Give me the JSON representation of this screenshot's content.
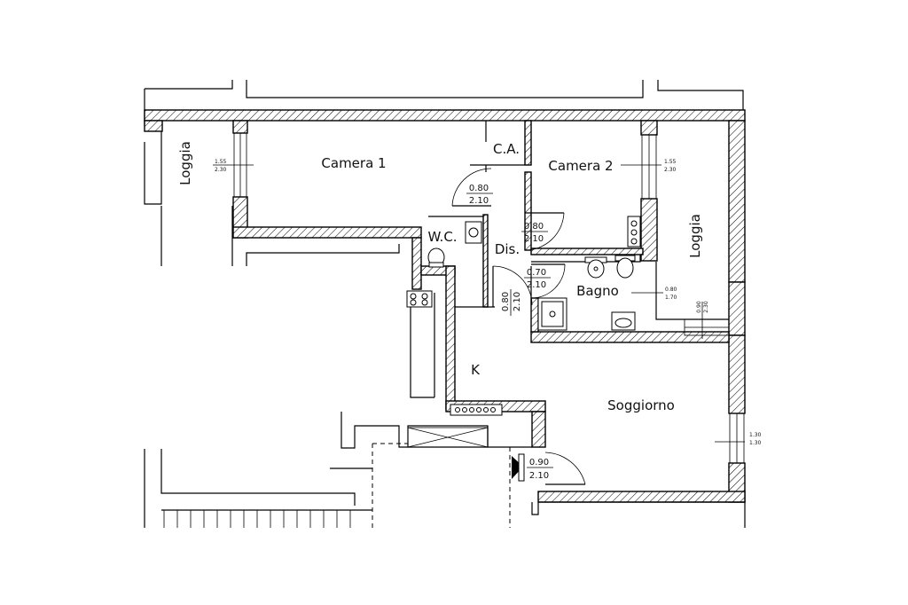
{
  "rooms": {
    "loggia_left": "Loggia",
    "camera1": "Camera 1",
    "ca": "C.A.",
    "camera2": "Camera 2",
    "wc": "W.C.",
    "dis": "Dis.",
    "loggia_right": "Loggia",
    "bagno": "Bagno",
    "kitchen": "K",
    "soggiorno": "Soggiorno"
  },
  "doors": {
    "camera1": {
      "width": "0.80",
      "height": "2.10"
    },
    "camera2": {
      "width": "0.80",
      "height": "2.10"
    },
    "bagno": {
      "width": "0.70",
      "height": "2.10"
    },
    "wc": {
      "width": "0.80",
      "height": "2.10"
    },
    "entrance": {
      "width": "0.90",
      "height": "2.10"
    }
  },
  "windows": {
    "loggia_left": {
      "width": "1.55",
      "height": "2.30"
    },
    "camera2": {
      "width": "1.55",
      "height": "2.30"
    },
    "bagno": {
      "width": "0.80",
      "height": "1.70"
    },
    "loggia_right": {
      "width": "0.90",
      "height": "2.30"
    },
    "soggiorno": {
      "width": "1.30",
      "height": "1.30"
    }
  }
}
